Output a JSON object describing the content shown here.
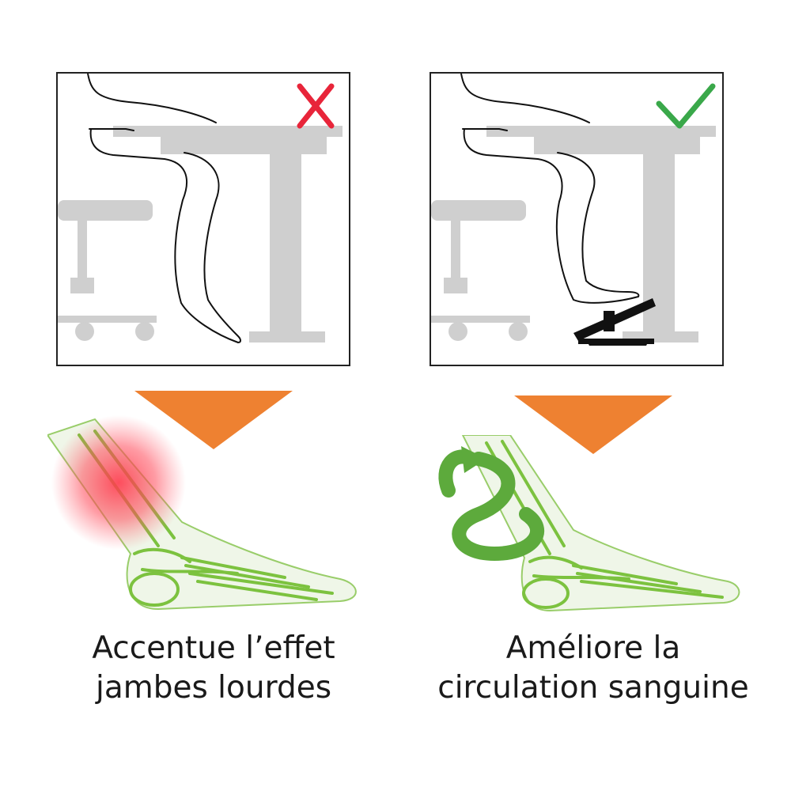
{
  "colors": {
    "accent_orange": "#ee8131",
    "bad_red": "#e8253a",
    "good_green": "#3aa84a",
    "furniture_gray": "#cfcfcf",
    "bone_green": "#7cc23f"
  },
  "panels": [
    {
      "status_icon": "cross-icon",
      "caption": {
        "line1": "Accentue l’effet",
        "line2": "jambes lourdes"
      }
    },
    {
      "status_icon": "checkmark-icon",
      "caption": {
        "line1": "Améliore la",
        "line2": "circulation sanguine"
      }
    }
  ]
}
